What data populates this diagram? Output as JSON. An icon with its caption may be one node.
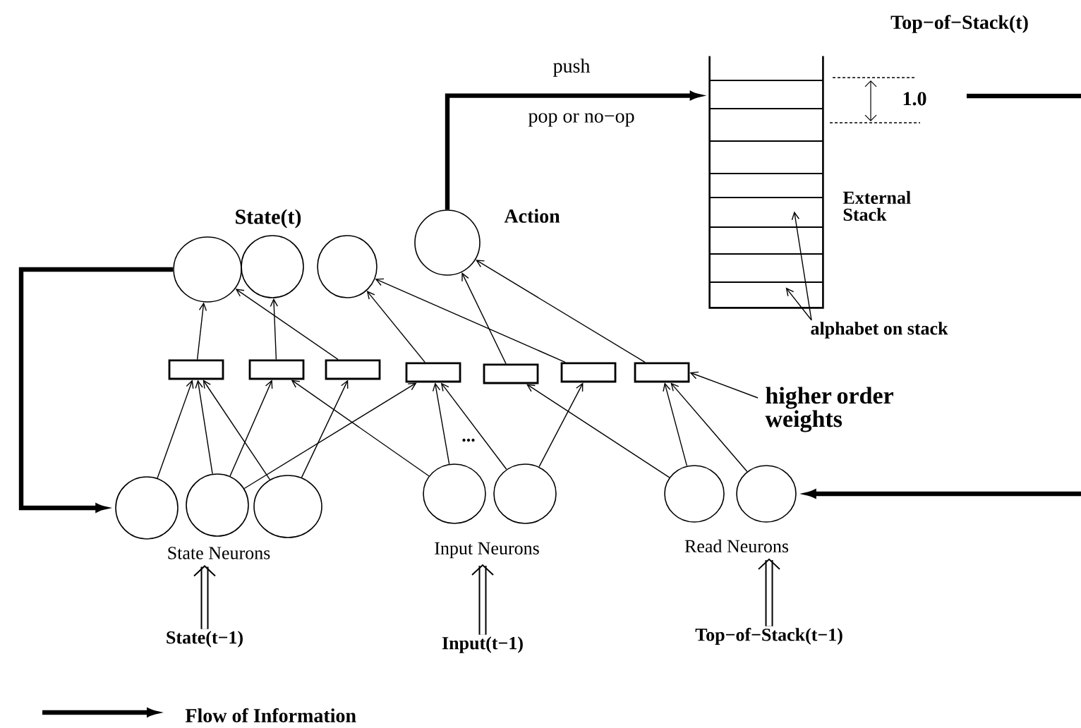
{
  "diagram": {
    "nodes": [
      {
        "text": [],
        "shape": "circle"
      },
      {
        "text": [],
        "shape": "circle"
      },
      {
        "text": [],
        "shape": "circle"
      },
      {
        "text": [],
        "shape": "circle",
        "beside": [
          "Action"
        ]
      },
      {
        "text": [],
        "shape": "stack",
        "beside": [
          "External Stack"
        ]
      },
      {
        "text": [],
        "shape": "box"
      },
      {
        "text": [],
        "shape": "box"
      },
      {
        "text": [],
        "shape": "box"
      },
      {
        "text": [],
        "shape": "box"
      },
      {
        "text": [],
        "shape": "box"
      },
      {
        "text": [],
        "shape": "box"
      },
      {
        "text": [],
        "shape": "box"
      },
      {
        "text": [],
        "shape": "circle"
      },
      {
        "text": [],
        "shape": "circle"
      },
      {
        "text": [],
        "shape": "circle"
      },
      {
        "text": [],
        "shape": "circle"
      },
      {
        "text": [],
        "shape": "circle"
      },
      {
        "text": [],
        "shape": "circle"
      },
      {
        "text": [],
        "shape": "circle"
      },
      {
        "text": [
          "alphabet on stack"
        ]
      },
      {
        "text": [
          "higher order weights"
        ]
      },
      {
        "text": [
          "State Neurons"
        ]
      },
      {
        "text": [
          "Input Neurons"
        ]
      },
      {
        "text": [
          "Read Neurons"
        ]
      },
      {
        "text": [
          "State(t−1)"
        ]
      },
      {
        "text": [
          "Input(t−1)"
        ]
      },
      {
        "text": [
          "Top−of−Stack(t−1)"
        ]
      }
    ],
    "edges": [
      {
        "from": 5,
        "to": 0,
        "arrow": "to"
      },
      {
        "from": 7,
        "to": 0,
        "arrow": "to"
      },
      {
        "from": 6,
        "to": 1,
        "arrow": "to"
      },
      {
        "from": 8,
        "to": 2,
        "arrow": "to"
      },
      {
        "from": 10,
        "to": 2,
        "arrow": "to"
      },
      {
        "from": 9,
        "to": 3,
        "arrow": "to"
      },
      {
        "from": 11,
        "to": 3,
        "arrow": "to"
      },
      {
        "from": 12,
        "to": 5,
        "arrow": "to"
      },
      {
        "from": 13,
        "to": 5,
        "arrow": "to"
      },
      {
        "from": 14,
        "to": 5,
        "arrow": "to"
      },
      {
        "from": 13,
        "to": 6,
        "arrow": "to"
      },
      {
        "from": 15,
        "to": 6,
        "arrow": "to"
      },
      {
        "from": 14,
        "to": 7,
        "arrow": "to"
      },
      {
        "from": 13,
        "to": 8,
        "arrow": "to"
      },
      {
        "from": 15,
        "to": 8,
        "arrow": "to"
      },
      {
        "from": 16,
        "to": 8,
        "arrow": "to"
      },
      {
        "from": 17,
        "to": 9,
        "arrow": "to"
      },
      {
        "from": 16,
        "to": 10,
        "arrow": "to"
      },
      {
        "from": 17,
        "to": 11,
        "arrow": "to"
      },
      {
        "from": 18,
        "to": 11,
        "arrow": "to"
      },
      {
        "from": 3,
        "to": 4,
        "arrow": "to",
        "style": "thick",
        "label": "push"
      },
      {
        "from": 0,
        "to": 12,
        "arrow": "to",
        "style": "thick"
      },
      {
        "from": null,
        "to": 18,
        "arrow": "to",
        "style": "thick"
      },
      {
        "from": 19,
        "to": 4,
        "arrow": "to"
      },
      {
        "from": 19,
        "to": 4,
        "arrow": "to"
      },
      {
        "from": 20,
        "to": 11,
        "arrow": "to"
      },
      {
        "from": 24,
        "to": 21,
        "arrow": "to",
        "style": "thick"
      },
      {
        "from": 25,
        "to": 22,
        "arrow": "to",
        "style": "thick"
      },
      {
        "from": 26,
        "to": 23,
        "arrow": "to",
        "style": "thick"
      }
    ],
    "labels": [
      "Top−of−Stack(t)",
      "pop or no−op",
      "1.0",
      "State(t)",
      "..."
    ],
    "legend": [
      {
        "text": "Flow of Information"
      }
    ]
  }
}
